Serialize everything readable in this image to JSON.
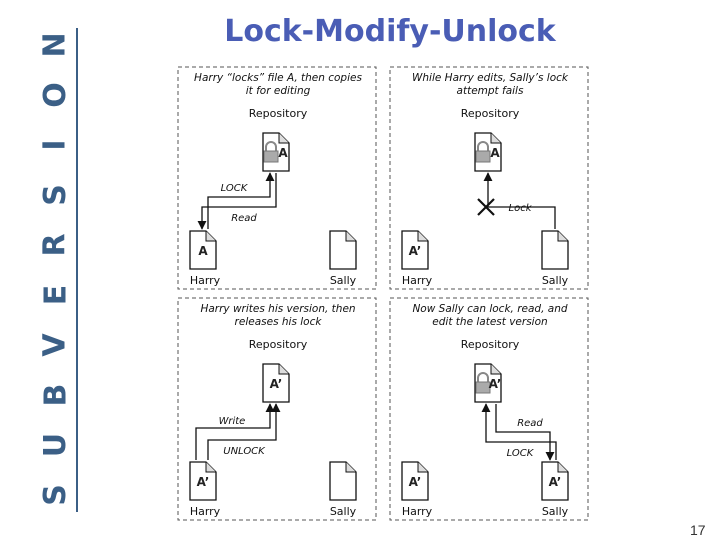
{
  "sidebar": {
    "brand_letters": [
      "S",
      "U",
      "B",
      "V",
      "E",
      "R",
      "S",
      "I",
      "O",
      "N"
    ]
  },
  "title": "Lock-Modify-Unlock",
  "page_number": "17",
  "panels": [
    {
      "caption": [
        "Harry “locks” file A, then copies",
        "it for editing"
      ],
      "repository_label": "Repository",
      "repo_doc": "A",
      "repo_locked": true,
      "harry_doc": "A",
      "sally_doc": "",
      "arrow_labels": [
        "LOCK",
        "Read"
      ],
      "user_left": "Harry",
      "user_right": "Sally"
    },
    {
      "caption": [
        "While Harry edits, Sally’s lock",
        "attempt fails"
      ],
      "repository_label": "Repository",
      "repo_doc": "A",
      "repo_locked": true,
      "harry_doc": "A’",
      "sally_doc": "",
      "arrow_labels": [
        "Lock"
      ],
      "user_left": "Harry",
      "user_right": "Sally"
    },
    {
      "caption": [
        "Harry writes his version, then",
        "releases his lock"
      ],
      "repository_label": "Repository",
      "repo_doc": "A’",
      "repo_locked": false,
      "harry_doc": "A’",
      "sally_doc": "",
      "arrow_labels": [
        "Write",
        "UNLOCK"
      ],
      "user_left": "Harry",
      "user_right": "Sally"
    },
    {
      "caption": [
        "Now Sally can lock, read, and",
        "edit the latest version"
      ],
      "repository_label": "Repository",
      "repo_doc": "A’",
      "repo_locked": true,
      "harry_doc": "A’",
      "sally_doc": "A’",
      "arrow_labels": [
        "Read",
        "LOCK"
      ],
      "user_left": "Harry",
      "user_right": "Sally"
    }
  ]
}
